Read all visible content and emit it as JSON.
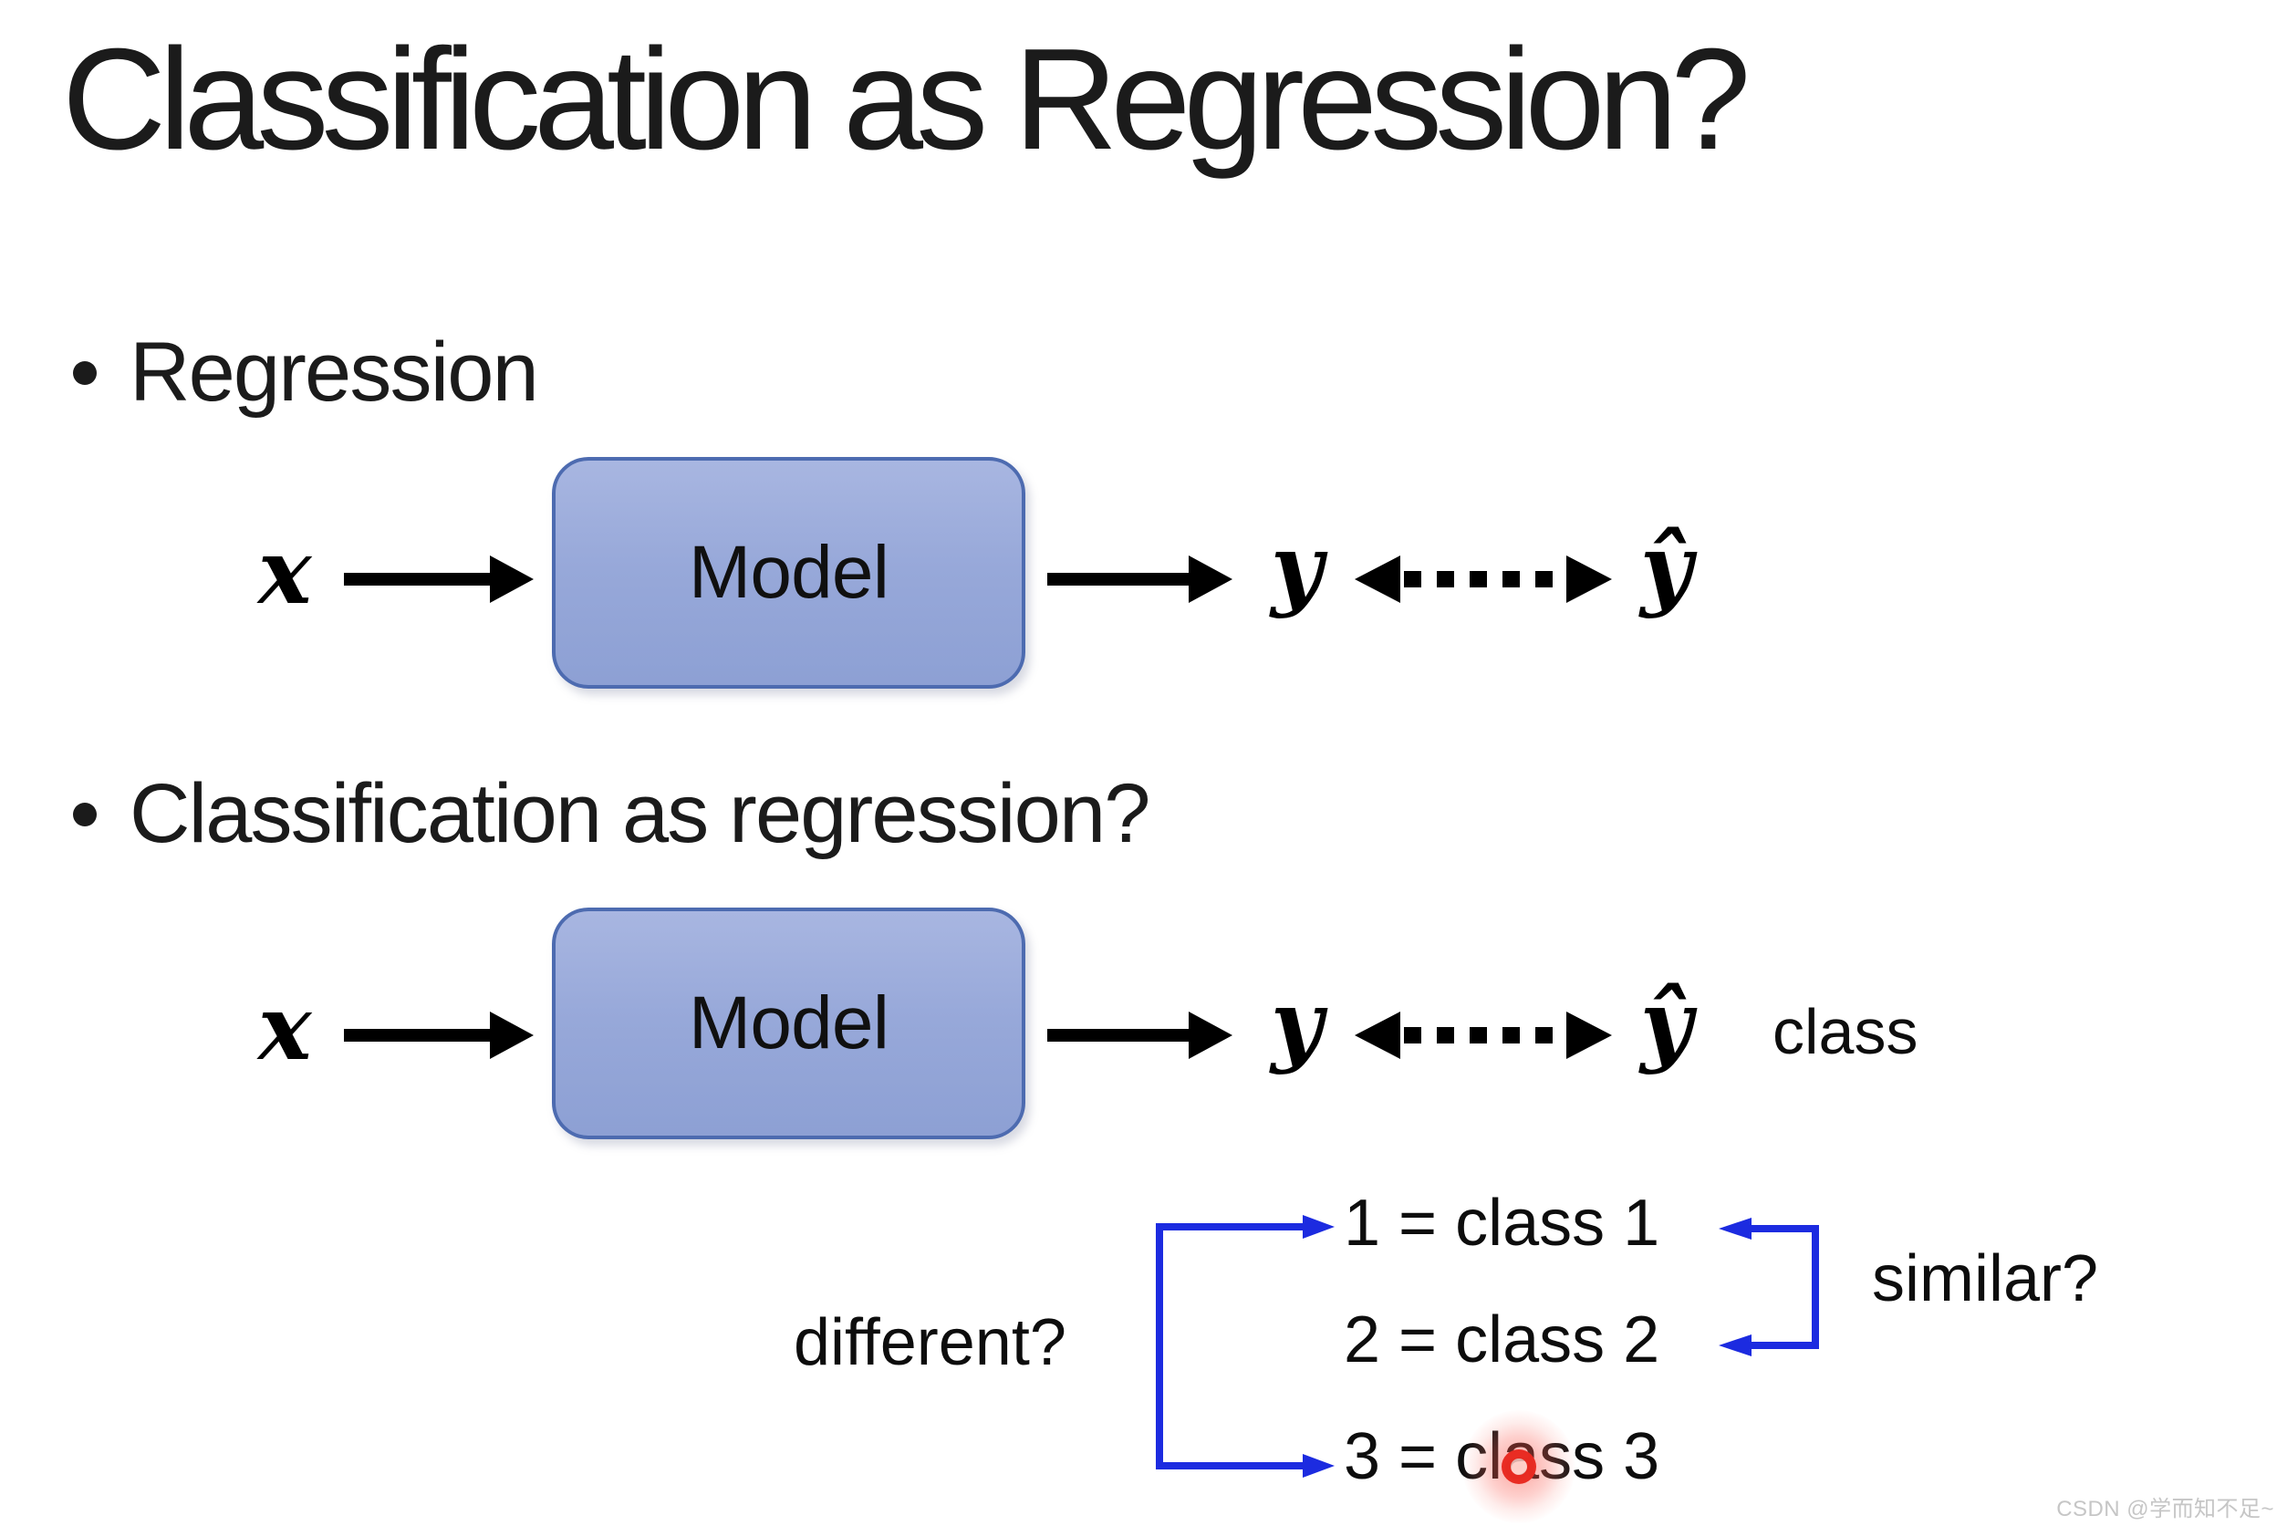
{
  "slide_title": "Classification as Regression?",
  "bullets": [
    {
      "label": "Regression"
    },
    {
      "label": "Classification as regression?"
    }
  ],
  "regression_diagram": {
    "input_symbol": "x",
    "model_label": "Model",
    "output_symbol": "y",
    "target_symbol": "ŷ"
  },
  "classification_diagram": {
    "input_symbol": "x",
    "model_label": "Model",
    "output_symbol": "y",
    "target_symbol": "ŷ",
    "class_note": "class"
  },
  "class_mapping": {
    "left_question": "different?",
    "right_question": "similar?",
    "items": [
      {
        "text": "1 = class 1"
      },
      {
        "text": "2 = class 2"
      },
      {
        "text": "3 = class 3"
      }
    ]
  },
  "watermark": "CSDN @学而知不足~",
  "colors": {
    "text": "#1b1b1b",
    "arrow_black": "#000000",
    "annotation_blue": "#1c2be0",
    "model_box_fill_top": "#a8b6e1",
    "model_box_fill_bottom": "#8da0d4",
    "model_box_border": "#4d6bb0",
    "laser_red": "#e8231a",
    "watermark_gray": "#c6c6c6"
  }
}
